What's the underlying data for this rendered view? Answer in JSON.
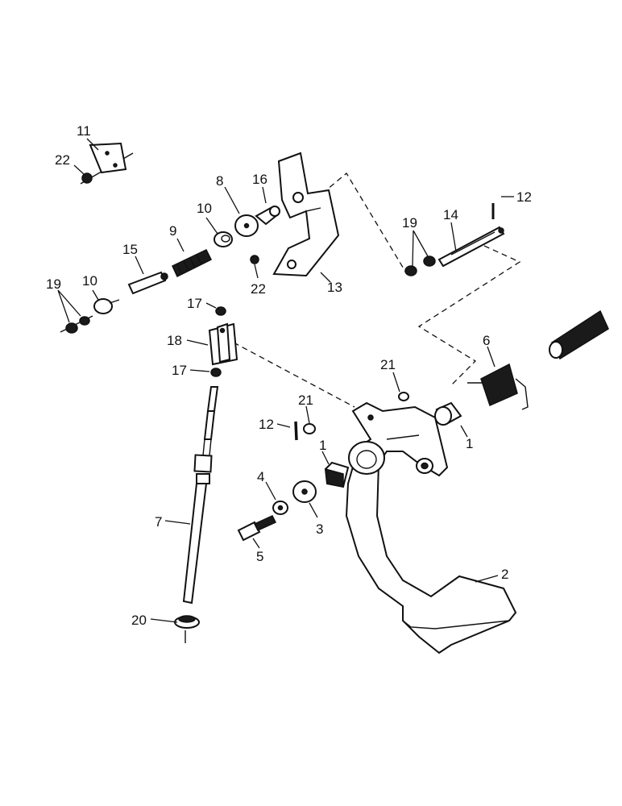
{
  "diagram": {
    "callouts": [
      "11",
      "22",
      "8",
      "16",
      "10",
      "9",
      "15",
      "10",
      "19",
      "22",
      "13",
      "19",
      "14",
      "12",
      "17",
      "18",
      "17",
      "21",
      "6",
      "21",
      "12",
      "1",
      "1",
      "4",
      "3",
      "5",
      "7",
      "2",
      "20"
    ]
  }
}
